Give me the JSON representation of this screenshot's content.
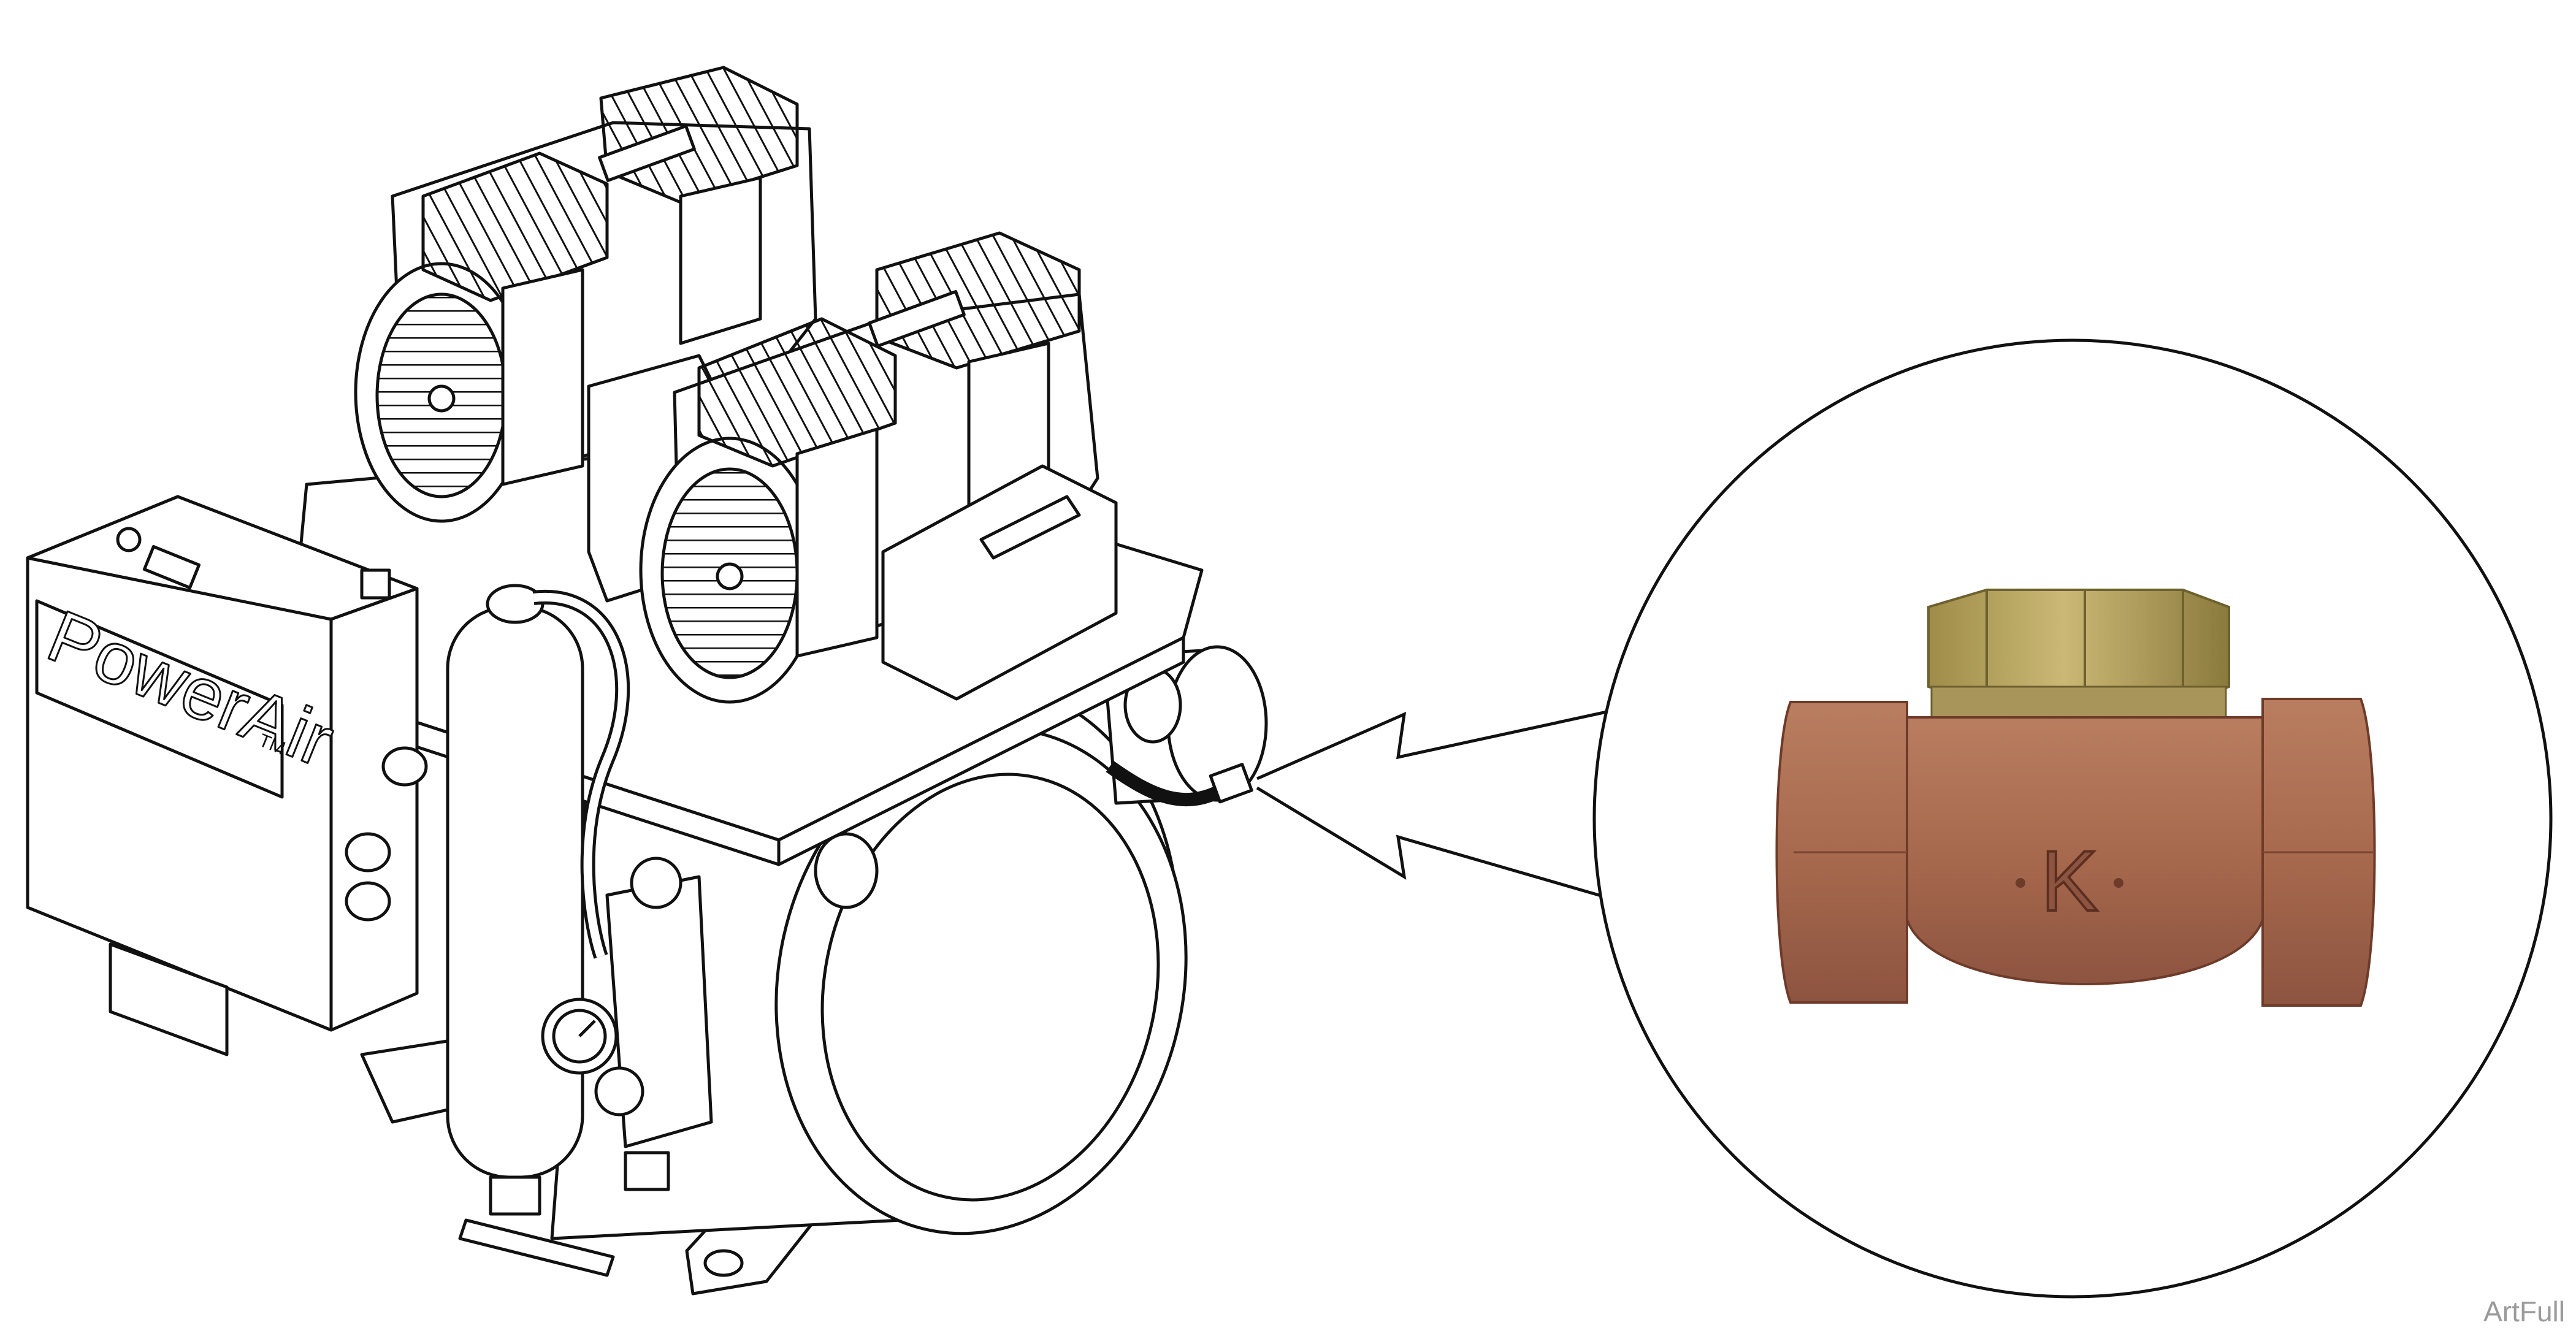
{
  "figure": {
    "brand_label": "PowerAir",
    "trademark": "TM",
    "valve_marking": "K",
    "watermark": "ArtFull"
  },
  "colors": {
    "line": "#111111",
    "fill": "#ffffff",
    "bronze": "#a86a4e",
    "bronze_dark": "#7a4532",
    "brass_cap": "#b8a560",
    "brass_cap_dark": "#8a7a3c"
  },
  "icons": [
    "compressor-illustration",
    "check-valve-photo",
    "callout-circle",
    "leader-lightning"
  ]
}
